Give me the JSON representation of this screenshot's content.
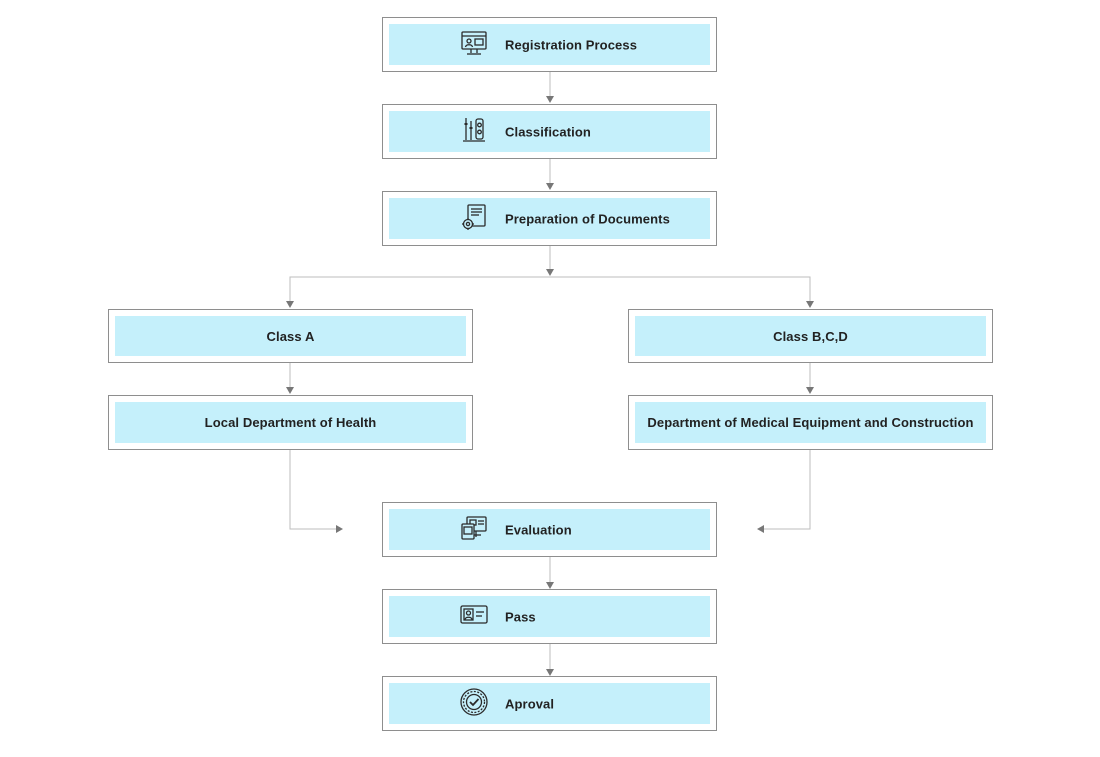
{
  "nodes": {
    "registration": {
      "label": "Registration Process",
      "icon": "computer-registration-icon"
    },
    "classification": {
      "label": "Classification",
      "icon": "test-tubes-icon"
    },
    "preparation": {
      "label": "Preparation of Documents",
      "icon": "document-settings-icon"
    },
    "class_a": {
      "label": "Class A"
    },
    "class_bcd": {
      "label": "Class B,C,D"
    },
    "local_health": {
      "label": "Local Department of Health"
    },
    "medical_equipment": {
      "label": "Department of Medical Equipment and Construction"
    },
    "evaluation": {
      "label": "Evaluation",
      "icon": "monitor-devices-icon"
    },
    "pass": {
      "label": "Pass",
      "icon": "id-card-icon"
    },
    "approval": {
      "label": "Aproval",
      "icon": "approval-seal-icon"
    }
  },
  "colors": {
    "node_fill": "#c5f0fb",
    "node_border": "#8e8e8e",
    "connector": "#bdbdbd",
    "arrow": "#777777",
    "icon_stroke": "#2b2b2b"
  }
}
